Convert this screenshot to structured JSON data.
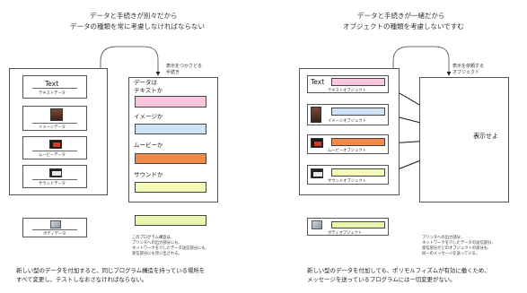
{
  "left": {
    "title_line1": "データと手続きが別々だから",
    "title_line2": "データの種類を常に考慮しなければならない",
    "arrow_caption_line1": "表示をつかさどる",
    "arrow_caption_line2": "手続き",
    "data_items": [
      {
        "label": "テキストデータ",
        "icon": "text-sample",
        "icon_text": "Text"
      },
      {
        "label": "イメージデータ",
        "icon": "image-photo-icon",
        "icon_text": ""
      },
      {
        "label": "ムービーデータ",
        "icon": "movie-film-icon",
        "icon_text": ""
      },
      {
        "label": "サウンドデータ",
        "icon": "sound-media-icon",
        "icon_text": ""
      }
    ],
    "new_item_label": "ボディデータ",
    "procedure": {
      "first_label_line1": "データは",
      "first_label_line2": "テキストか",
      "labels": [
        "イメージか",
        "ムービーか",
        "サウンドか"
      ]
    },
    "note_lines": [
      "このプログラム構造は、",
      "プリンタへの出力部分にも、",
      "ネットワークを介したデータ送信部分にも、",
      "受信部分にも見い出される。"
    ],
    "footer_line1": "新しい型のデータを付加すると、同じプログラム構造を持っている場所を",
    "footer_line2": "すべて変更し、テストしなおさなければならない。"
  },
  "right": {
    "title_line1": "データと手続きが一緒だから",
    "title_line2": "オブジェクトの種類を考慮しないですむ",
    "arrow_caption_line1": "表示を依頼する",
    "arrow_caption_line2": "オブジェクト",
    "object_items": [
      {
        "label": "テキストオブジェクト",
        "icon": "text-sample",
        "icon_text": "Text"
      },
      {
        "label": "イメージオブジェクト",
        "icon": "image-photo-icon",
        "icon_text": ""
      },
      {
        "label": "ムービーオブジェクト",
        "icon": "movie-film-icon",
        "icon_text": ""
      },
      {
        "label": "サウンドオブジェクト",
        "icon": "sound-media-icon",
        "icon_text": ""
      }
    ],
    "new_item_label": "ボディオブジェクト",
    "display_label": "表示せよ",
    "note_lines": [
      "プリンタへの出力部分、",
      "ネットワークを介したデータの送信部分、",
      "受信部分がどのオブジェクトの部分も、",
      "同一のメッセージを送っている。"
    ],
    "footer_line1": "新しい型のデータを付加しても、ポリモルフィズムが有効に働くため、",
    "footer_line2": "メッセージを送っているプログラムには一切変更がない。"
  },
  "colors": {
    "pink": "#f9c6de",
    "blue": "#cfe3f7",
    "orange": "#f08a4b",
    "yellow": "#f4f9b8",
    "green": "#e8f6b0"
  }
}
